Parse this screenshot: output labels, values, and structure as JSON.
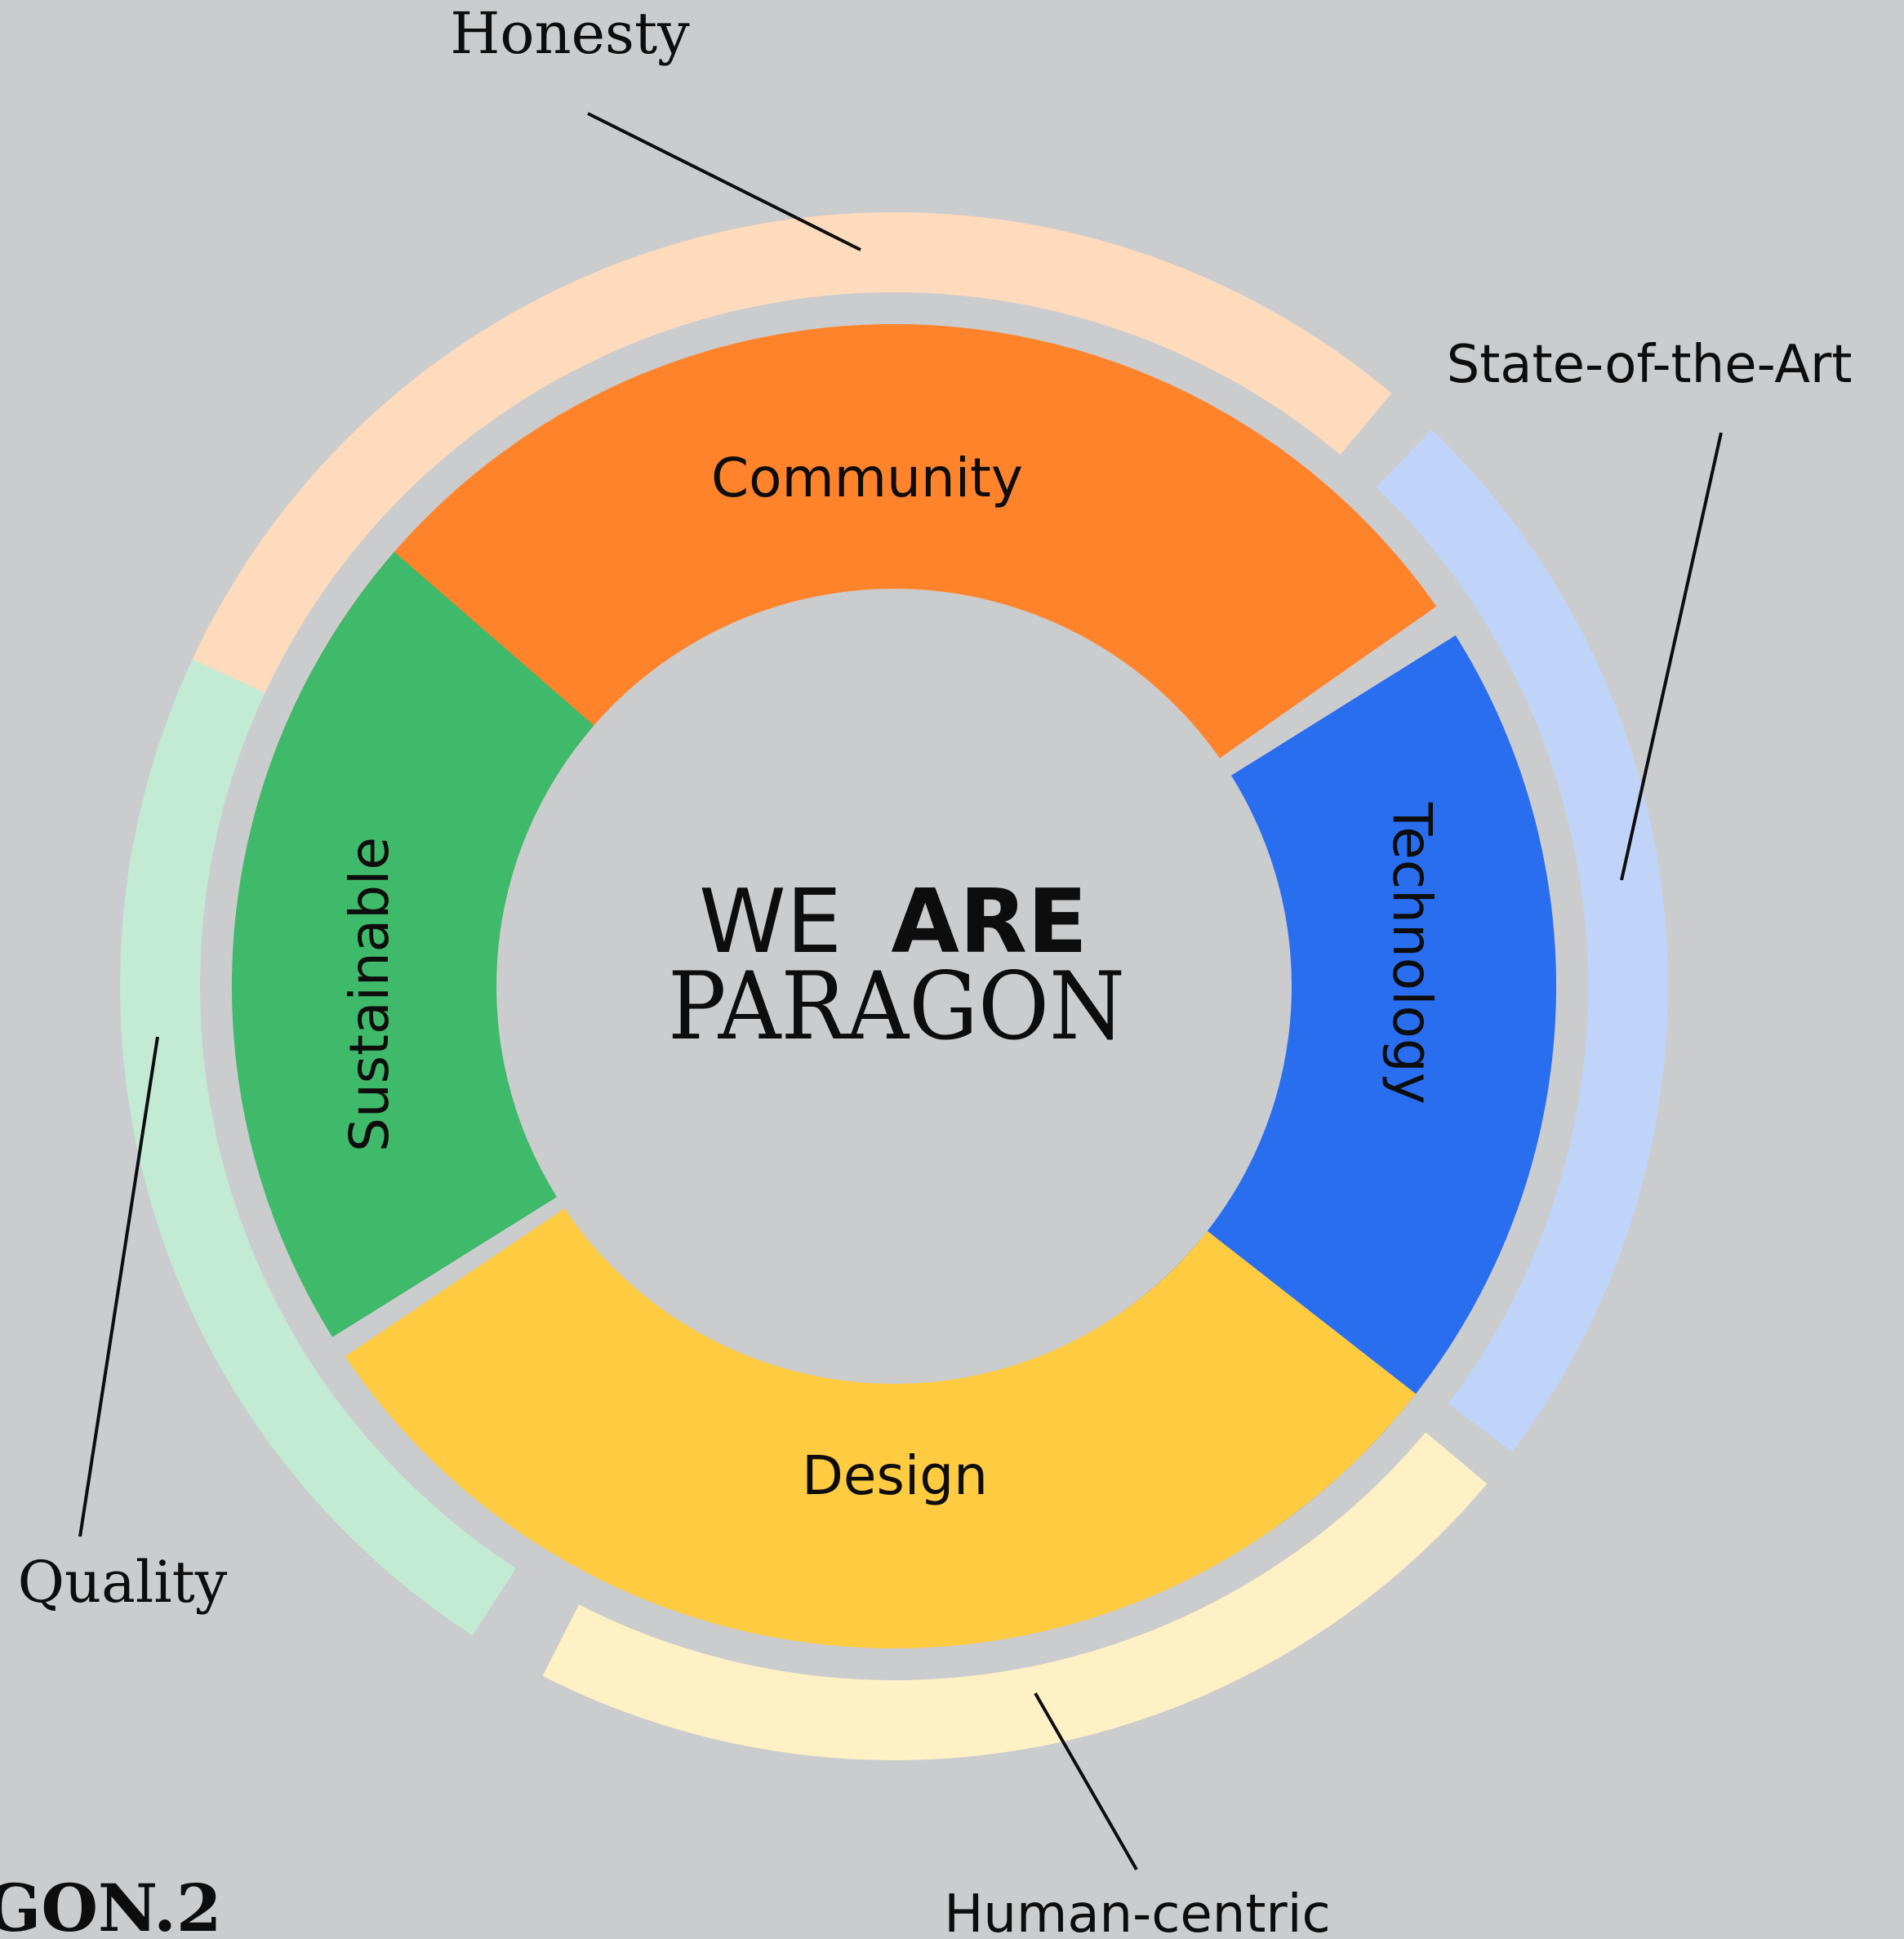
{
  "center_title": {
    "line1_light": "WE",
    "line1_bold": "ARE",
    "line2": "PARAGON"
  },
  "segments": [
    {
      "id": "community",
      "inner_label": "Community",
      "outer_label": "Honesty",
      "inner_color": "#ff832b",
      "outer_color": "#ffdbbd"
    },
    {
      "id": "technology",
      "inner_label": "Technology",
      "outer_label": "State-of-the-Art",
      "inner_color": "#2a6ef0",
      "outer_color": "#c0d4fa"
    },
    {
      "id": "design",
      "inner_label": "Design",
      "outer_label": "Human-centric",
      "inner_color": "#ffcb40",
      "outer_color": "#fff1c6"
    },
    {
      "id": "sustainable",
      "inner_label": "Sustainable",
      "outer_label": "Quality",
      "inner_color": "#3fb96a",
      "outer_color": "#c3ead4"
    }
  ],
  "footer_logo": "GON.2",
  "colors": {
    "background": "#cbcccd",
    "text": "#0d0d0d"
  }
}
